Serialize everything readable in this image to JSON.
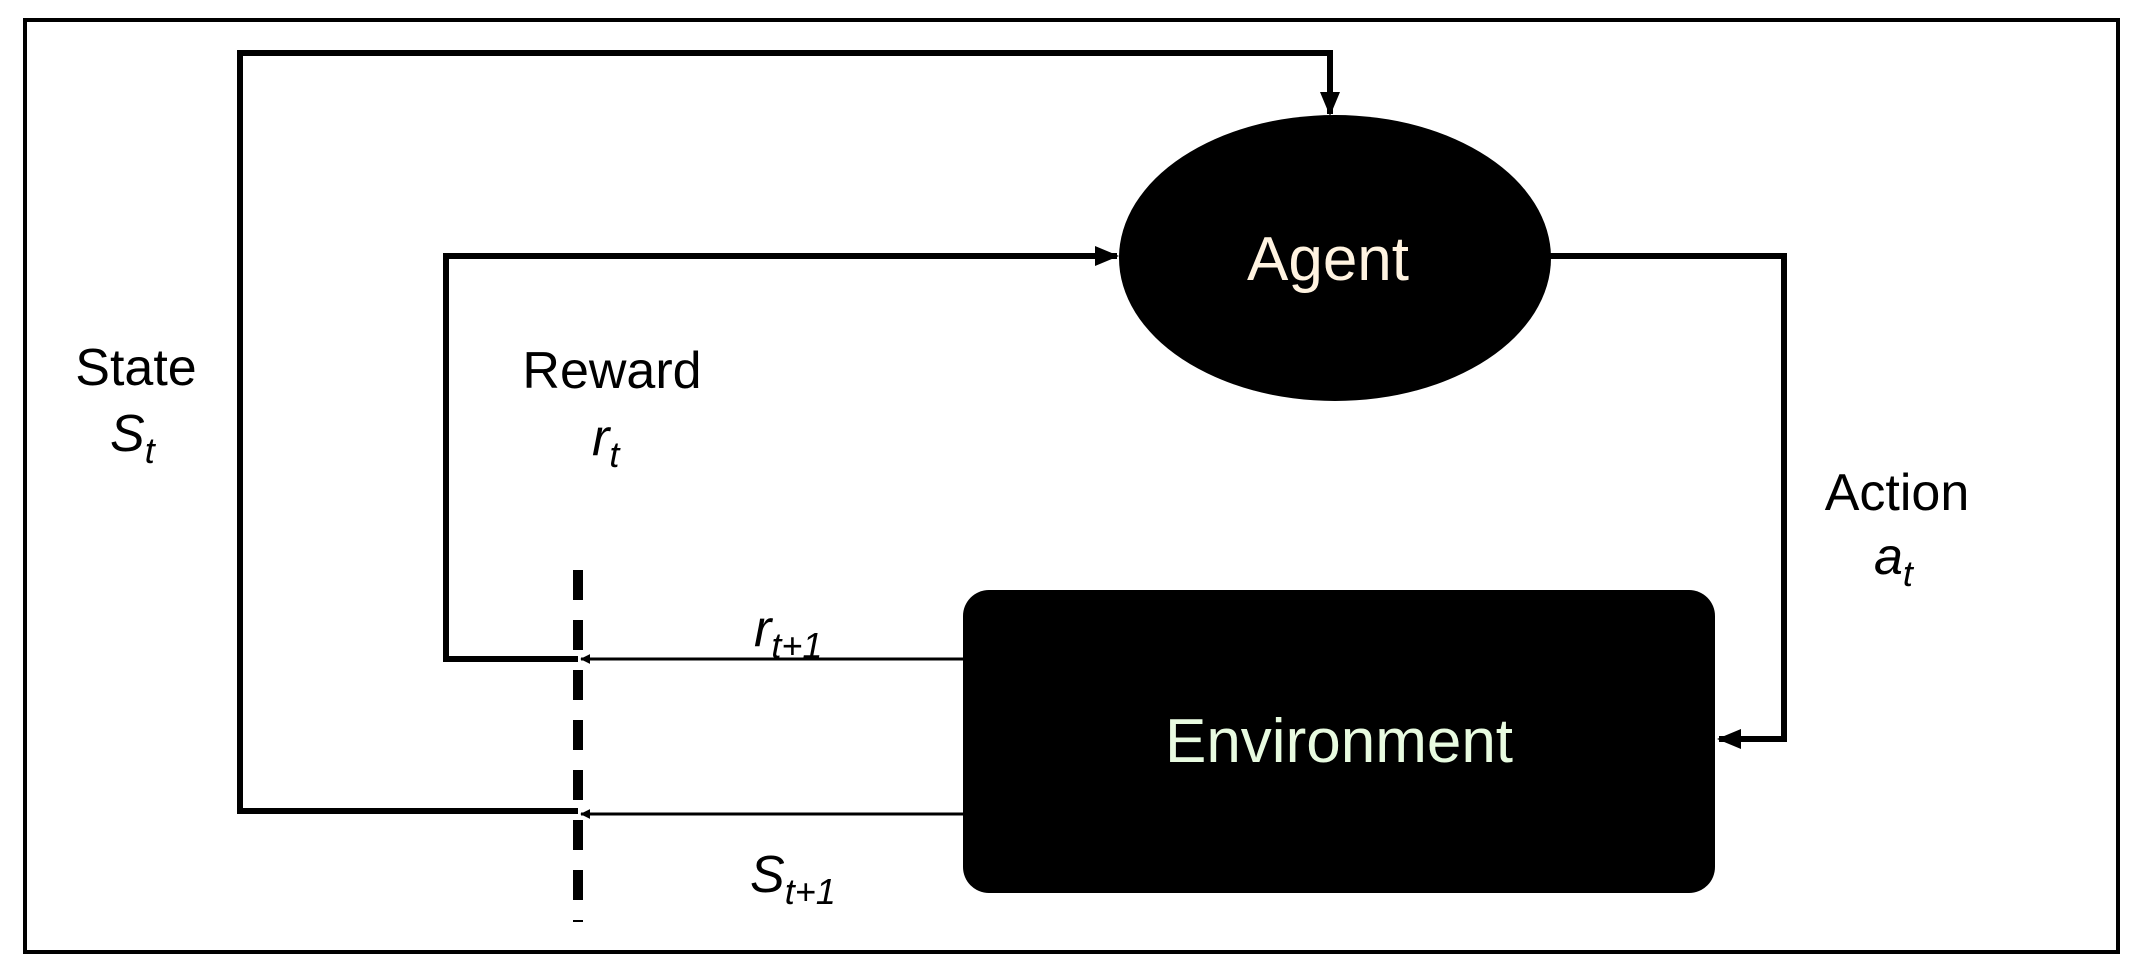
{
  "diagram": {
    "nodes": {
      "agent": {
        "label": "Agent",
        "text_color": "#fff3e0",
        "fill": "#000000"
      },
      "environment": {
        "label": "Environment",
        "text_color": "#e8fbe0",
        "fill": "#000000"
      }
    },
    "state": {
      "label": "State",
      "symbol": "S",
      "subscript": "t"
    },
    "reward": {
      "label": "Reward",
      "symbol": "r",
      "subscript": "t"
    },
    "action": {
      "label": "Action",
      "symbol": "a",
      "subscript": "t"
    },
    "next_reward": {
      "symbol": "r",
      "subscript": "t+1"
    },
    "next_state": {
      "symbol": "S",
      "subscript": "t+1"
    }
  }
}
